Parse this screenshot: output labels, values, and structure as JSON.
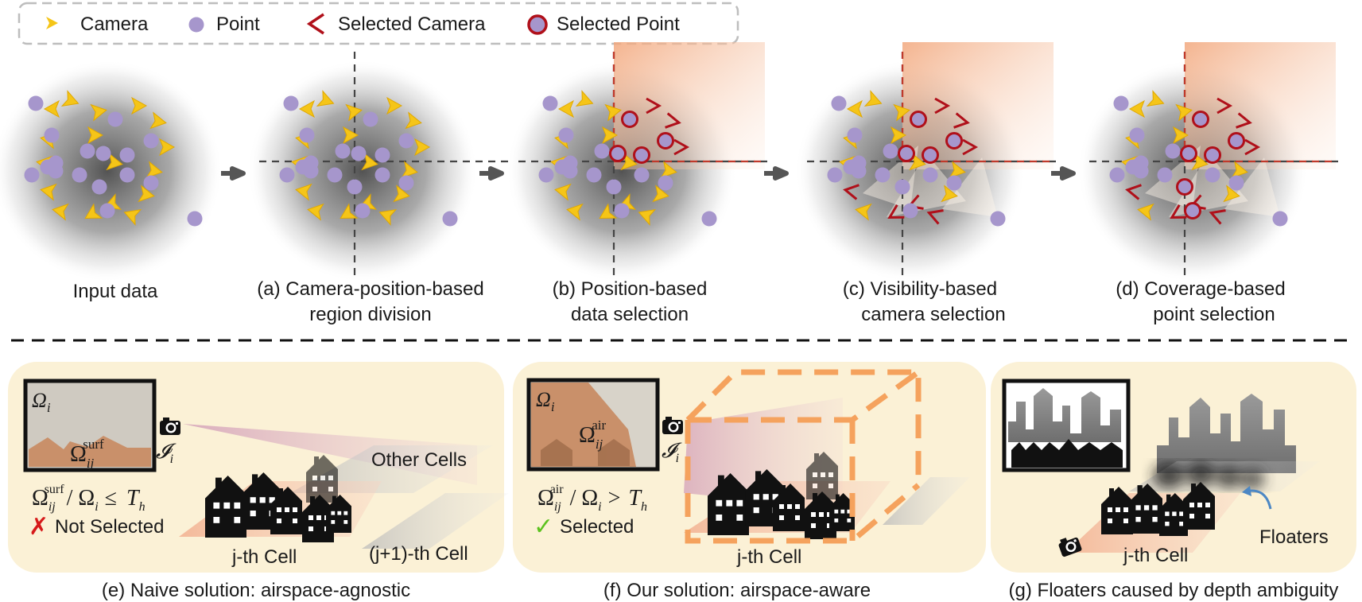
{
  "legend": {
    "camera": "Camera",
    "point": "Point",
    "selected_camera": "Selected Camera",
    "selected_point": "Selected Point"
  },
  "steps": [
    {
      "line1": "Input data",
      "line2": ""
    },
    {
      "line1": "(a) Camera-position-based",
      "line2": "region division"
    },
    {
      "line1": "(b) Position-based",
      "line2": "data selection"
    },
    {
      "line1": "(c) Visibility-based",
      "line2": "camera selection"
    },
    {
      "line1": "(d) Coverage-based",
      "line2": "point selection"
    }
  ],
  "panel_e": {
    "caption": "(e) Naive solution: airspace-agnostic",
    "omega": "Ω",
    "omega_sub": "i",
    "omega_surf": "Ω",
    "omega_surf_sub": "ij",
    "omega_surf_sup": "surf",
    "image_sym": "𝓘",
    "image_sub": "i",
    "other_cells": "Other Cells",
    "cell_j": "j-th Cell",
    "cell_j1": "(j+1)-th Cell",
    "inequality": "Ω",
    "ineq_sub": "ij",
    "ineq_sup": "surf",
    "ineq_rest": "/ Ω",
    "ineq_rest_sub": "i",
    "ineq_op": "≤",
    "ineq_t": "T",
    "ineq_t_sub": "h",
    "result_mark": "✗",
    "result": "Not Selected"
  },
  "panel_f": {
    "caption": "(f) Our solution: airspace-aware",
    "omega": "Ω",
    "omega_sub": "i",
    "omega_air": "Ω",
    "omega_air_sub": "ij",
    "omega_air_sup": "air",
    "image_sym": "𝓘",
    "image_sub": "i",
    "cell_j": "j-th Cell",
    "inequality": "Ω",
    "ineq_sub": "ij",
    "ineq_sup": "air",
    "ineq_rest": "/ Ω",
    "ineq_rest_sub": "i",
    "ineq_op": ">",
    "ineq_t": "T",
    "ineq_t_sub": "h",
    "result_mark": "✓",
    "result": "Selected"
  },
  "panel_g": {
    "caption": "(g) Floaters caused by depth ambiguity",
    "cell_j": "j-th Cell",
    "floaters": "Floaters"
  },
  "colors": {
    "camera": "#f5c518",
    "point": "#a696cc",
    "selected": "#b0101a",
    "region": "#f4b895",
    "panel_bg": "#fbf3dc",
    "orange_dash": "#f5a25d"
  }
}
